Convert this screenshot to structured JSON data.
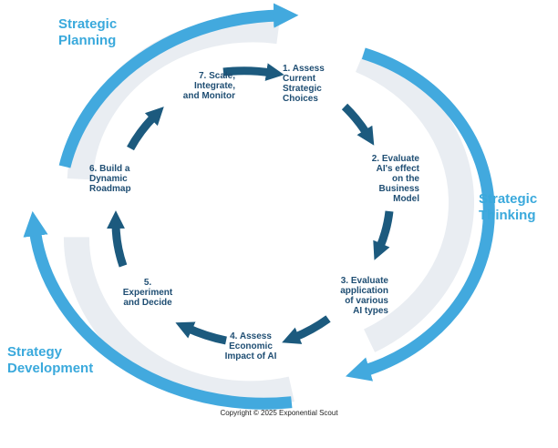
{
  "phases": {
    "planning": "Strategic\nPlanning",
    "thinking": "Strategic\nThinking",
    "development": "Strategy\nDevelopment"
  },
  "steps": [
    "1.  Assess\nCurrent\nStrategic\nChoices",
    "2.  Evaluate\nAI's effect\non the\nBusiness\nModel",
    "3.  Evaluate\napplication\nof various\nAI types",
    "4. Assess\nEconomic\nImpact of AI",
    "5.\nExperiment\nand Decide",
    "6.  Build a\nDynamic\nRoadmap",
    "7. Scale,\nIntegrate,\nand Monitor"
  ],
  "copyright": "Copyright © 2025 Exponential Scout",
  "colors": {
    "outer_arrow": "#42a9de",
    "inner_arrow": "#1c5a7e",
    "band": "#e9edf2",
    "phase_text": "#3aa9dc",
    "step_text": "#1f4e73"
  }
}
